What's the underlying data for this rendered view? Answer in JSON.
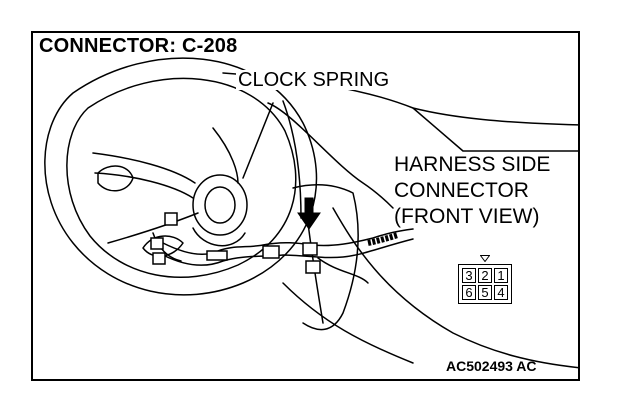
{
  "title": "CONNECTOR: C-208",
  "labels": {
    "clock_spring": "CLOCK SPRING",
    "harness_line1": "HARNESS SIDE",
    "harness_line2": "CONNECTOR",
    "harness_line3": "(FRONT VIEW)"
  },
  "connector_pins": {
    "top": [
      "3",
      "2",
      "1"
    ],
    "bottom": [
      "6",
      "5",
      "4"
    ]
  },
  "figure_code": "AC502493 AC"
}
